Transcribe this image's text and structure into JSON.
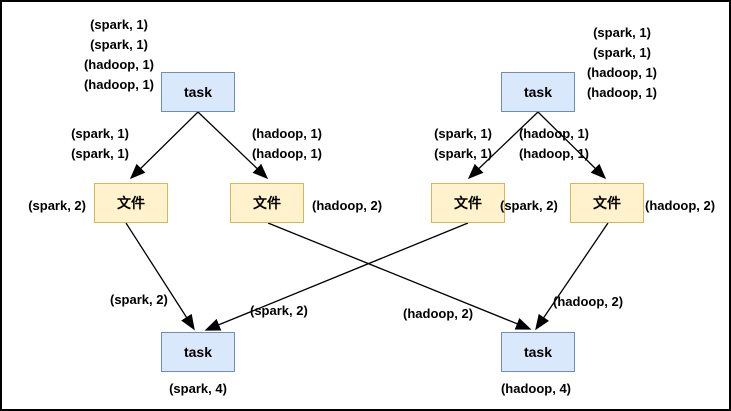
{
  "colors": {
    "task_fill": "#dae8fc",
    "task_border": "#6c8ebf",
    "file_fill": "#fff2cc",
    "file_border": "#d6b656"
  },
  "nodes": {
    "task_top_left": "task",
    "task_top_right": "task",
    "file_left_1": "文件",
    "file_left_2": "文件",
    "file_right_1": "文件",
    "file_right_2": "文件",
    "task_bottom_left": "task",
    "task_bottom_right": "task"
  },
  "annotations": {
    "input_left": [
      "(spark, 1)",
      "(spark, 1)",
      "(hadoop, 1)",
      "(hadoop, 1)"
    ],
    "input_right": [
      "(spark, 1)",
      "(spark, 1)",
      "(hadoop, 1)",
      "(hadoop, 1)"
    ],
    "map_edge_left_spark": [
      "(spark, 1)",
      "(spark, 1)"
    ],
    "map_edge_left_hadoop": [
      "(hadoop, 1)",
      "(hadoop, 1)"
    ],
    "map_edge_right_spark": [
      "(spark, 1)",
      "(spark, 1)"
    ],
    "map_edge_right_hadoop": [
      "(hadoop, 1)",
      "(hadoop, 1)"
    ],
    "file_left_1_value": "(spark, 2)",
    "file_left_2_value": "(hadoop, 2)",
    "file_right_1_value": "(spark, 2)",
    "file_right_2_value": "(hadoop, 2)",
    "reduce_edge_file_left_1": "(spark, 2)",
    "reduce_edge_file_right_1": "(spark, 2)",
    "reduce_edge_file_left_2": "(hadoop, 2)",
    "reduce_edge_file_right_2": "(hadoop, 2)",
    "output_left": "(spark, 4)",
    "output_right": "(hadoop, 4)"
  }
}
